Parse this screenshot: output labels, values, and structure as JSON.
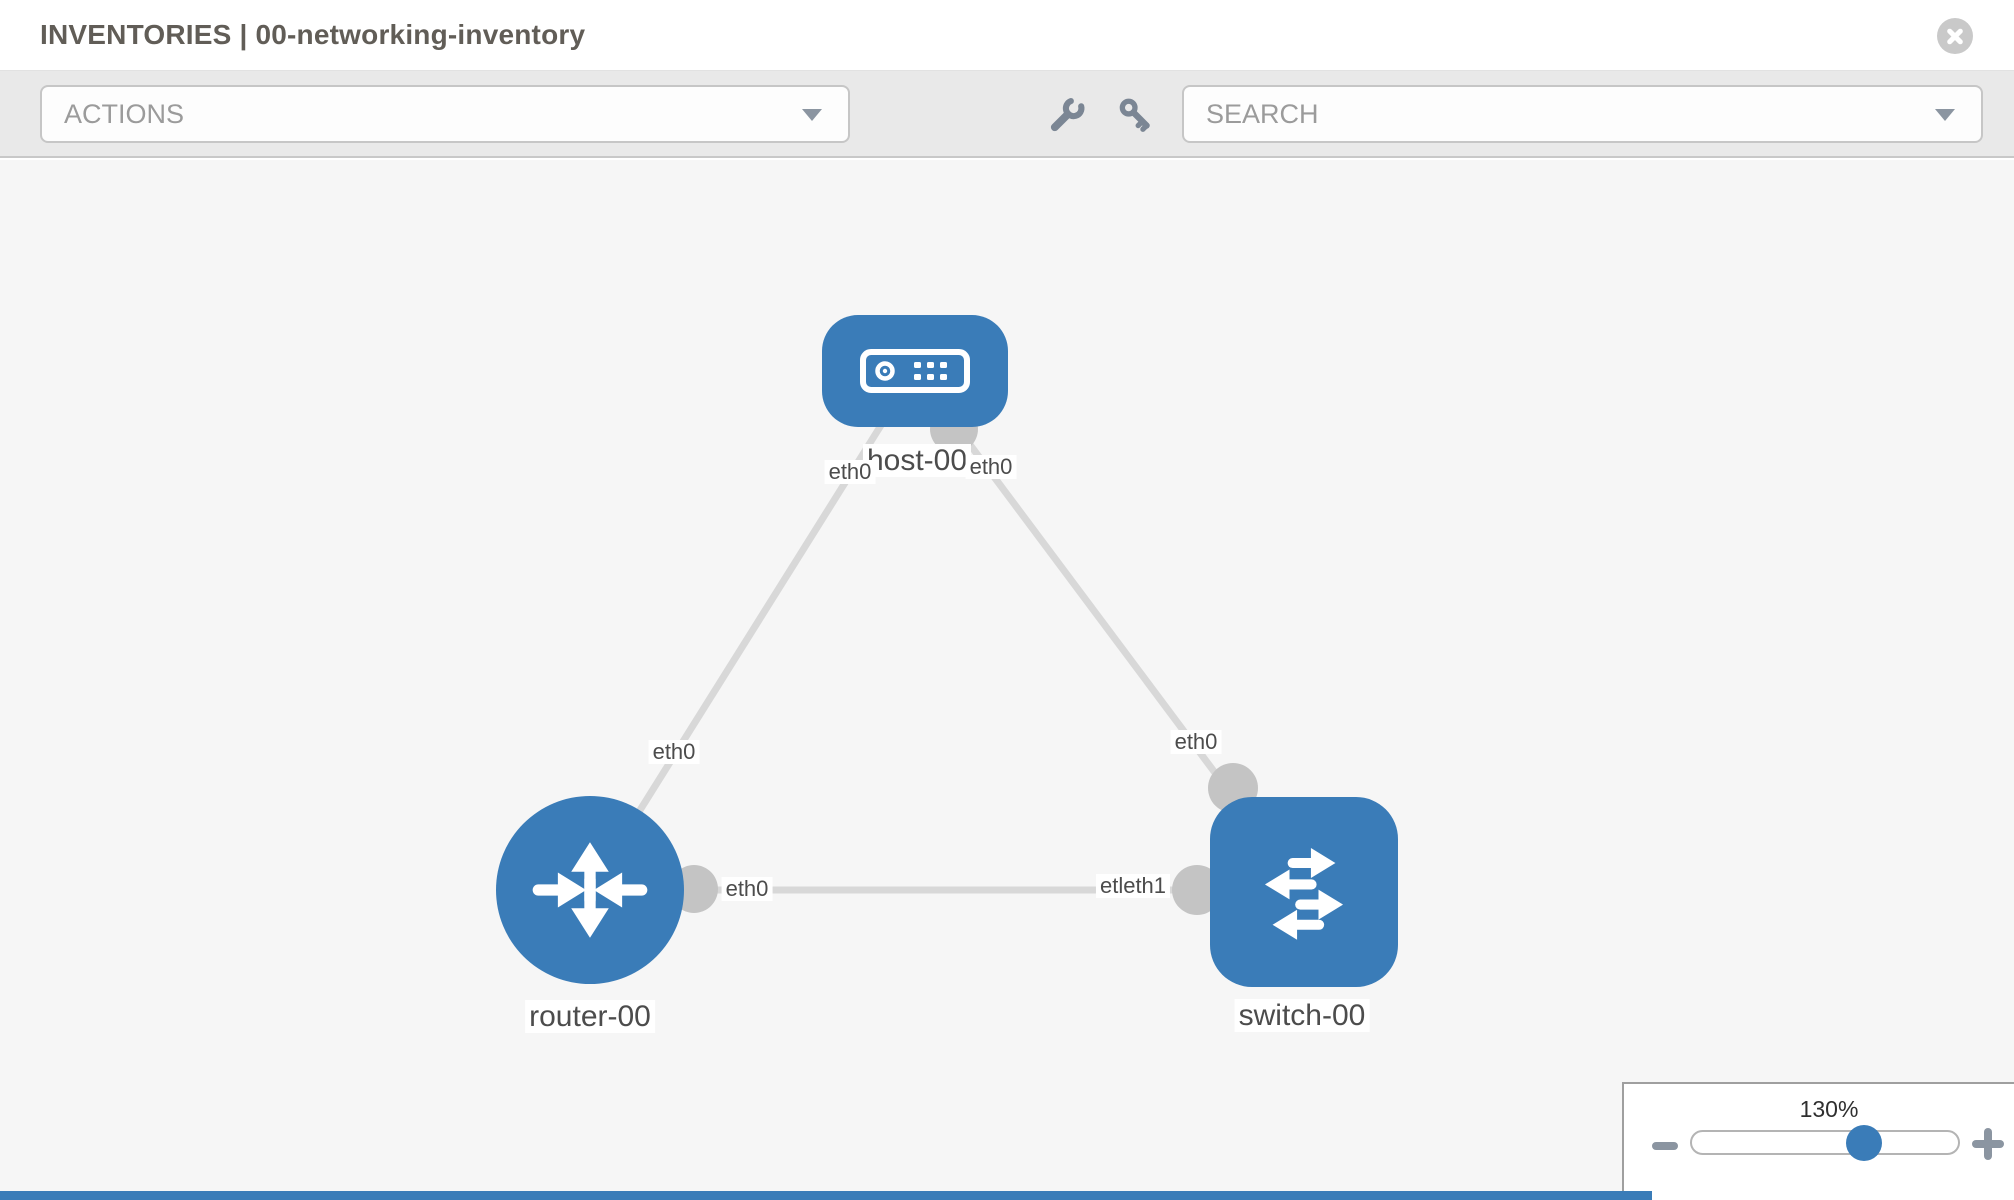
{
  "header": {
    "title": "INVENTORIES | 00-networking-inventory"
  },
  "toolbar": {
    "actions_label": "ACTIONS",
    "search_label": "SEARCH"
  },
  "topology": {
    "nodes": [
      {
        "id": "host-00",
        "type": "host",
        "label": "host-00"
      },
      {
        "id": "router-00",
        "type": "router",
        "label": "router-00"
      },
      {
        "id": "switch-00",
        "type": "switch",
        "label": "switch-00"
      }
    ],
    "links": [
      {
        "from": "host-00",
        "to": "router-00"
      },
      {
        "from": "host-00",
        "to": "switch-00"
      },
      {
        "from": "router-00",
        "to": "switch-00"
      }
    ],
    "iface_labels": {
      "host_left": "eth0",
      "host_right": "eth0",
      "router_top": "eth0",
      "switch_top": "eth0",
      "router_right": "eth0",
      "switch_left": "etleth1"
    }
  },
  "zoom_control": {
    "level": "130%"
  },
  "icons": [
    "close-icon",
    "chevron-down-icon",
    "wrench-icon",
    "key-icon",
    "server-icon",
    "router-icon",
    "switch-icon",
    "minus-icon",
    "plus-icon"
  ],
  "colors": {
    "node_blue": "#3a7cb8",
    "link_gray": "#d8d8d8",
    "port_gray": "#c4c4c4",
    "toolbar_bg": "#e9e9e9",
    "canvas_bg": "#f6f6f6"
  }
}
